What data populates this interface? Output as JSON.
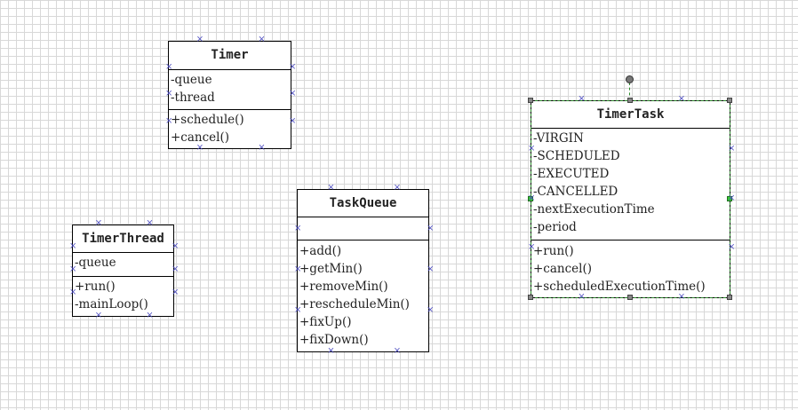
{
  "classes": {
    "timer": {
      "name": "Timer",
      "attributes": [
        "-queue",
        "-thread"
      ],
      "methods": [
        "+schedule()",
        "+cancel()"
      ]
    },
    "timer_thread": {
      "name": "TimerThread",
      "attributes": [
        "-queue"
      ],
      "methods": [
        "+run()",
        "-mainLoop()"
      ]
    },
    "task_queue": {
      "name": "TaskQueue",
      "attributes": [],
      "methods": [
        "+add()",
        "+getMin()",
        "+removeMin()",
        "+rescheduleMin()",
        "+fixUp()",
        "+fixDown()"
      ]
    },
    "timer_task": {
      "name": "TimerTask",
      "attributes": [
        "-VIRGIN",
        "-SCHEDULED",
        "-EXECUTED",
        "-CANCELLED",
        "-nextExecutionTime",
        "-period"
      ],
      "methods": [
        "+run()",
        "+cancel()",
        "+scheduledExecutionTime()"
      ]
    }
  },
  "colors": {
    "grid": "#d8d8d8",
    "border": "#000000",
    "port": "#4a4ac0",
    "selection": "#2a8a2a",
    "handle_mid": "#39c739"
  }
}
